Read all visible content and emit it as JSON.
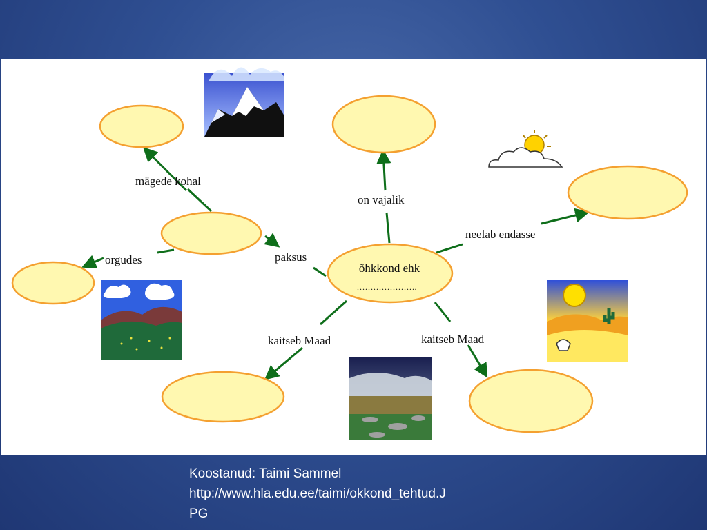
{
  "diagram": {
    "center_label": "õhkkond ehk",
    "center_blank": "………………….",
    "links": {
      "over_mountains": "mägede kohal",
      "in_valleys": "orgudes",
      "thickness": "paksus",
      "is_necessary": "on vajalik",
      "absorbs": "neelab endasse",
      "protects_left": "kaitseb Maad",
      "protects_right": "kaitseb Maad"
    }
  },
  "credits": {
    "author": "Koostanud: Taimi Sammel",
    "url_line1": "http://www.hla.edu.ee/taimi/okkond_tehtud.J",
    "url_line2": "PG"
  },
  "colors": {
    "node_fill": "#fff8b0",
    "node_stroke": "#f4a030",
    "arrow": "#0e6e1a",
    "background": "#2f4f92"
  }
}
